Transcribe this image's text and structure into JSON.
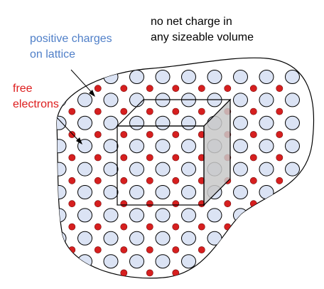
{
  "labels": {
    "charge_line1": "no net charge in",
    "charge_line2": "any sizeable volume",
    "positive_line1": "positive charges",
    "positive_line2": "on lattice",
    "free_line1": "free",
    "free_line2": "electrons"
  },
  "colors": {
    "positive_label": "#4f7fc8",
    "electron_label": "#dd1c1c",
    "ion_fill": "#dbe3f4",
    "electron_fill": "#d61f1f",
    "box_side": "#c8c8c8",
    "outline": "#000000"
  },
  "lattice": {
    "ion_rows": 10,
    "ion_cols": 10,
    "electron_rows": 9,
    "electron_cols": 10
  }
}
